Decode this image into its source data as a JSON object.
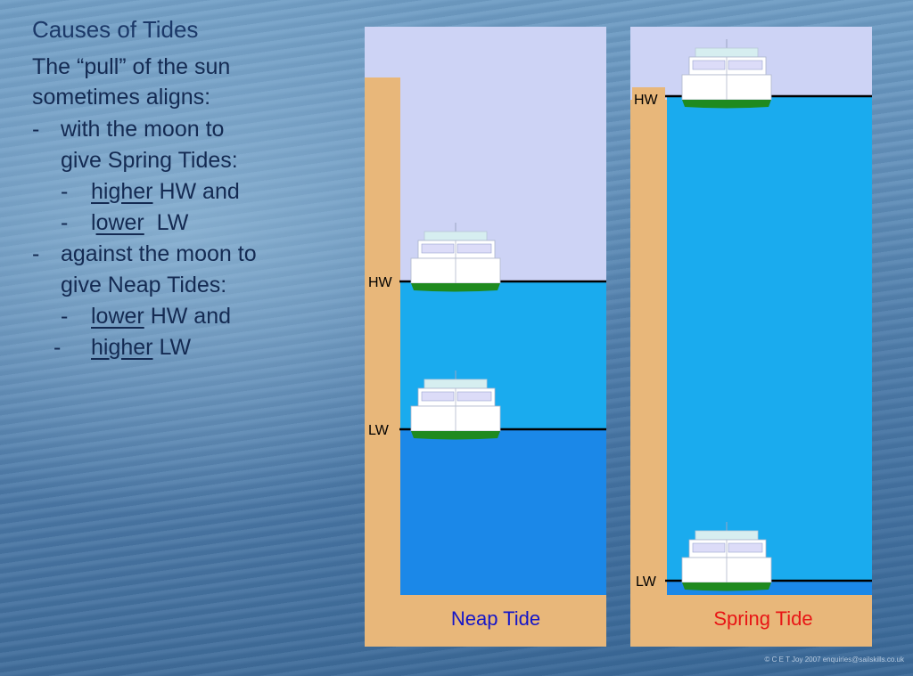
{
  "text": {
    "title": "Causes of Tides",
    "l1": "The “pull” of the sun",
    "l2": "sometimes aligns:",
    "l3_dash": "-",
    "l3": "with the moon to",
    "l4": "give Spring Tides:",
    "l5_dash": "-",
    "l5_u": "higher",
    "l5_rest": " HW and",
    "l6_dash": "-",
    "l6_pre": "l",
    "l6_u": "ower",
    "l6_rest": "  LW",
    "l7_dash": "-",
    "l7": "against the moon to",
    "l8": "give Neap Tides:",
    "l9_dash": "-",
    "l9_u": "lower",
    "l9_rest": " HW and",
    "l10_dash": "-",
    "l10_u": "higher",
    "l10_rest": " LW"
  },
  "diagram": {
    "neap": {
      "caption": "Neap Tide",
      "hw_label": "HW",
      "lw_label": "LW"
    },
    "spring": {
      "caption": "Spring Tide",
      "hw_label": "HW",
      "lw_label": "LW"
    }
  },
  "copyright": "© C E T Joy 2007 enquiries@sailskills.co.uk",
  "colors": {
    "sky": "#cdd3f5",
    "land": "#e8b77a",
    "water_high": "#1aabee",
    "water_low": "#1b88e8",
    "neap_caption": "#1515c8",
    "spring_caption": "#e81515",
    "hull_bottom": "#1f8a1f"
  }
}
